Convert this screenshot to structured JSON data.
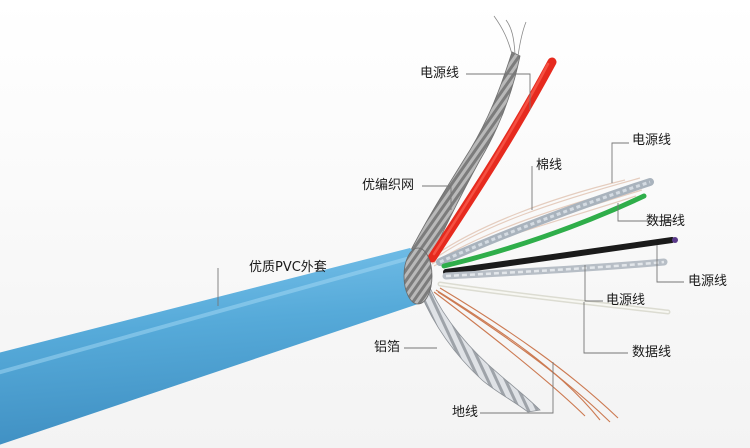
{
  "labels": {
    "power_top": "电源线",
    "braid": "优编织网",
    "cotton": "棉线",
    "power_right_top": "电源线",
    "data_right_top": "数据线",
    "power_right_mid": "电源线",
    "jacket": "优质PVC外套",
    "power_lower": "电源线",
    "foil": "铝箔",
    "data_lower": "数据线",
    "ground": "地线"
  },
  "colors": {
    "jacket": "#5aaedc",
    "power_red": "#e62a1e",
    "data_green": "#2fae4a",
    "power_black": "#1a1a1a",
    "data_white": "#ecece4",
    "copper": "#cc7a52",
    "braid": "#8a8a8a",
    "foil": "#c9ccd0",
    "leader_line": "#777777"
  }
}
